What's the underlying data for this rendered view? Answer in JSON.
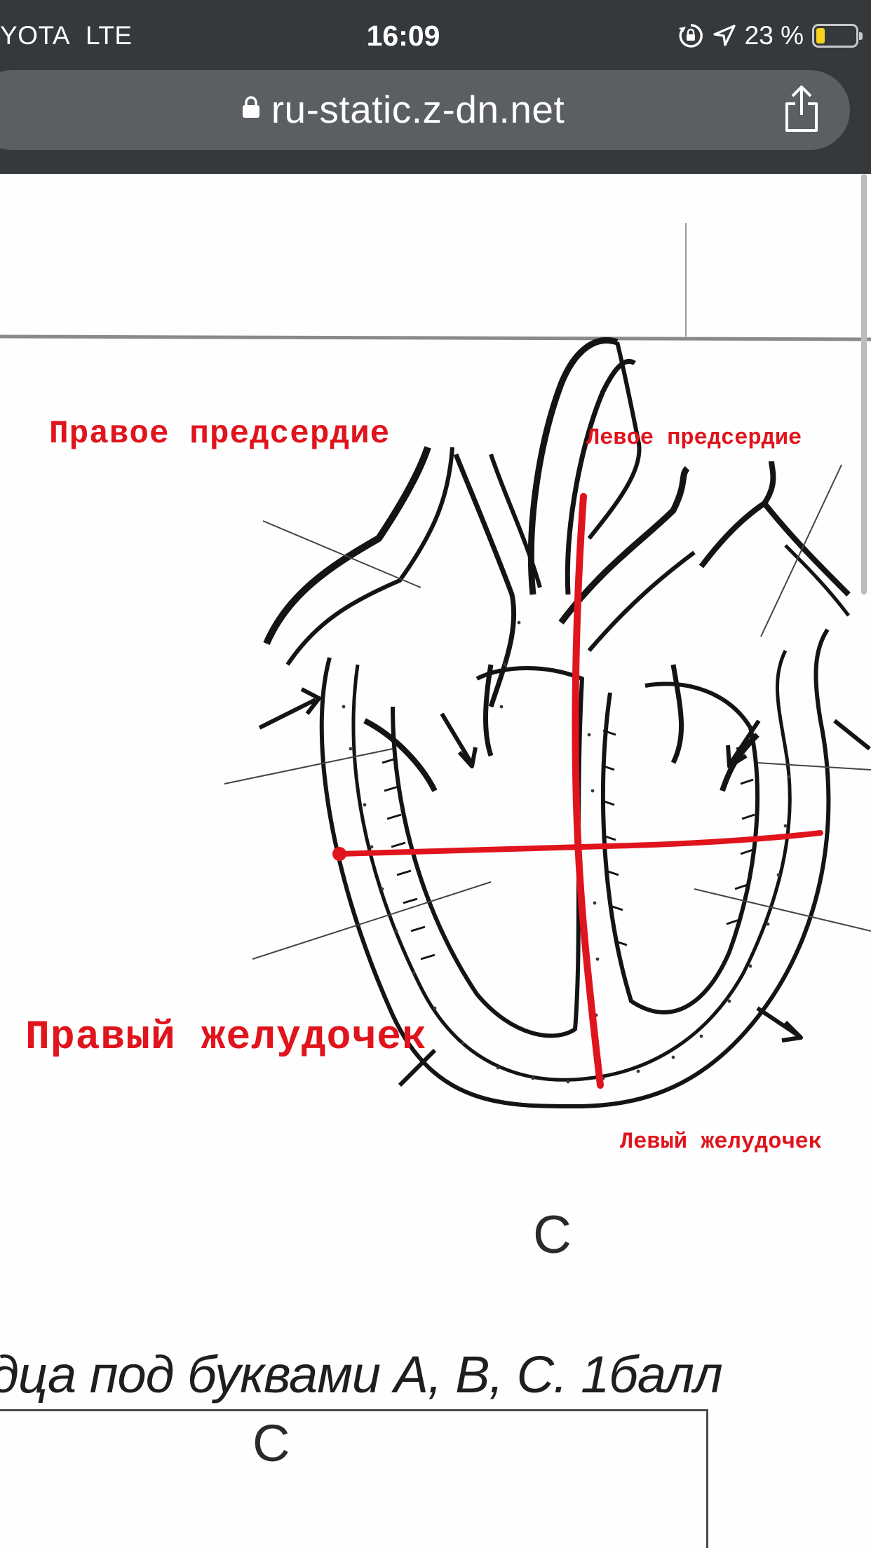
{
  "status_bar": {
    "carrier": "YOTA",
    "network": "LTE",
    "time": "16:09",
    "battery_percent": "23 %",
    "battery_level": 0.23,
    "icons": [
      "rotation-lock-icon",
      "location-arrow-icon",
      "battery-icon"
    ]
  },
  "browser": {
    "url": "ru-static.z-dn.net",
    "icons": [
      "lock-icon",
      "share-icon"
    ]
  },
  "image": {
    "labels": {
      "right_atrium": "Правое предсердие",
      "left_atrium": "Левое предсердие",
      "right_ventricle": "Правый желудочек",
      "left_ventricle": "Левый желудочек"
    },
    "figure_letter": "C",
    "task_text": "дца под буквами А, В, С. 1балл",
    "table_letter": "C"
  },
  "colors": {
    "annotation_red": "#e0141c",
    "status_bar_bg": "#36393c",
    "url_bar_bg": "#5b5e62",
    "battery_yellow": "#f7d21d"
  }
}
